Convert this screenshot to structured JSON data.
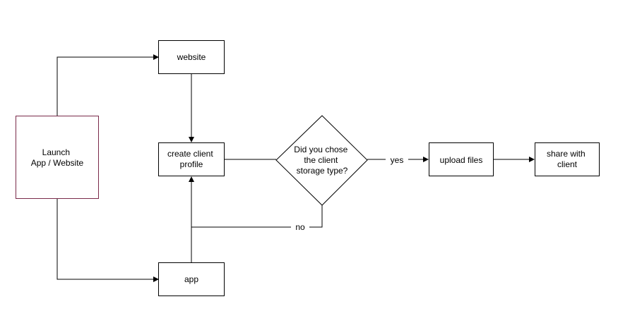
{
  "diagram": {
    "nodes": {
      "launch": {
        "lines": [
          "Launch",
          "App / Website"
        ],
        "border_color": "#7a2a4a"
      },
      "website": {
        "lines": [
          "website"
        ]
      },
      "profile": {
        "lines": [
          "create client",
          "profile"
        ]
      },
      "app": {
        "lines": [
          "app"
        ]
      },
      "decision": {
        "lines": [
          "Did you chose",
          "the client",
          "storage type?"
        ]
      },
      "upload": {
        "lines": [
          "upload files"
        ]
      },
      "share": {
        "lines": [
          "share with",
          "client"
        ]
      }
    },
    "edge_labels": {
      "yes": "yes",
      "no": "no"
    },
    "colors": {
      "stroke": "#000000",
      "background": "#ffffff"
    }
  }
}
